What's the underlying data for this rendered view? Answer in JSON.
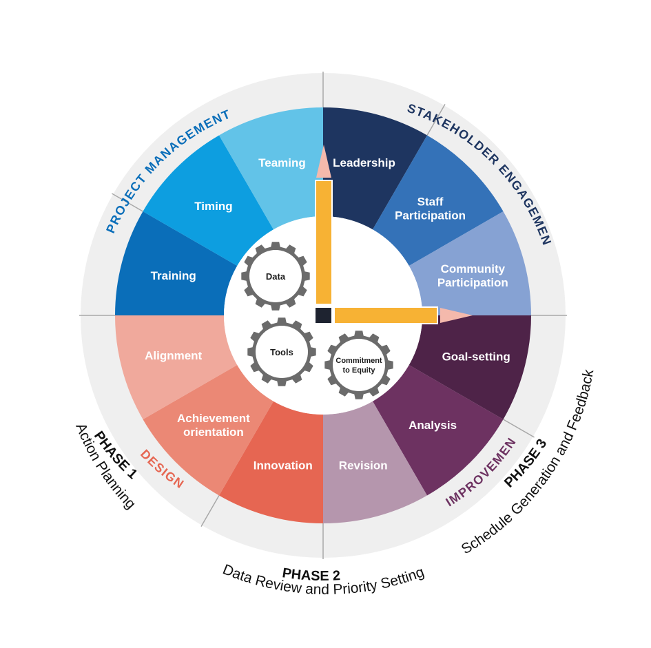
{
  "segments": [
    {
      "id": "leadership",
      "label": [
        "Leadership"
      ],
      "color": "#1e3560"
    },
    {
      "id": "staff",
      "label": [
        "Staff",
        "Participation"
      ],
      "color": "#3472b8"
    },
    {
      "id": "community",
      "label": [
        "Community",
        "Participation"
      ],
      "color": "#86a2d3"
    },
    {
      "id": "goal",
      "label": [
        "Goal-setting"
      ],
      "color": "#4e2348"
    },
    {
      "id": "analysis",
      "label": [
        "Analysis"
      ],
      "color": "#6d3261"
    },
    {
      "id": "revision",
      "label": [
        "Revision"
      ],
      "color": "#b596ad"
    },
    {
      "id": "innovation",
      "label": [
        "Innovation"
      ],
      "color": "#e66652"
    },
    {
      "id": "achievement",
      "label": [
        "Achievement",
        "orientation"
      ],
      "color": "#eb8875"
    },
    {
      "id": "alignment",
      "label": [
        "Alignment"
      ],
      "color": "#f0a99c"
    },
    {
      "id": "training",
      "label": [
        "Training"
      ],
      "color": "#0a6eb9"
    },
    {
      "id": "timing",
      "label": [
        "Timing"
      ],
      "color": "#0d9ee0"
    },
    {
      "id": "teaming",
      "label": [
        "Teaming"
      ],
      "color": "#62c3e8"
    }
  ],
  "categories": {
    "project_management": {
      "text": "PROJECT  MANAGEMENT",
      "color": "#0a6eb9"
    },
    "stakeholder_engagement": {
      "text": "STAKEHOLDER ENGAGEMENT",
      "color": "#1e3560"
    },
    "design": {
      "text": "DESIGN",
      "color": "#e66652"
    },
    "improvement": {
      "text": "IMPROVEMENT",
      "color": "#6d3261"
    }
  },
  "gears": [
    {
      "id": "data",
      "label": [
        "Data"
      ]
    },
    {
      "id": "tools",
      "label": [
        "Tools"
      ]
    },
    {
      "id": "equity",
      "label": [
        "Commitment",
        "to Equity"
      ]
    }
  ],
  "phases": [
    {
      "id": "phase1",
      "title": "PHASE 1",
      "subtitle": "Action Planning"
    },
    {
      "id": "phase2",
      "title": "PHASE 2",
      "subtitle": "Data Review and Priority Setting"
    },
    {
      "id": "phase3",
      "title": "PHASE 3",
      "subtitle": "Schedule Generation and Feedback"
    }
  ],
  "colors": {
    "outer_ring": "#efefef",
    "ring_divider": "#a8a8a8",
    "gear": "#6b6b6b",
    "clock_hand": "#f7b234",
    "hand_tip": "#f4b9ac",
    "hub": "#1e2330"
  }
}
